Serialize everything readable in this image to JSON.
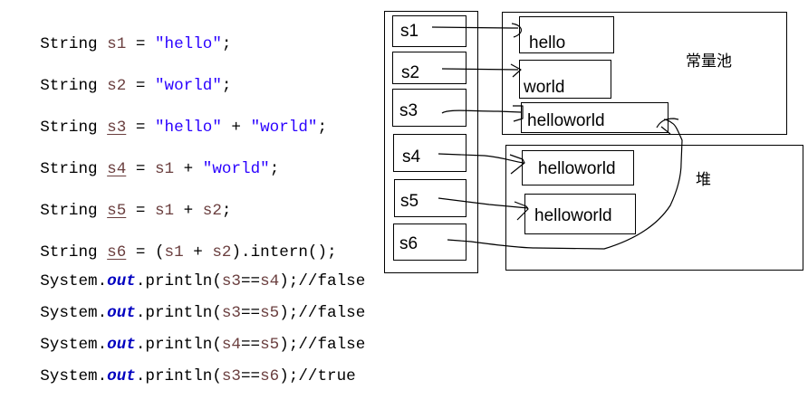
{
  "code": {
    "declarations": [
      {
        "type": "String",
        "var": "s1",
        "underlined": false,
        "expr": [
          {
            "kind": "str",
            "text": "\"hello\""
          }
        ]
      },
      {
        "type": "String",
        "var": "s2",
        "underlined": false,
        "expr": [
          {
            "kind": "str",
            "text": "\"world\""
          }
        ]
      },
      {
        "type": "String",
        "var": "s3",
        "underlined": true,
        "expr": [
          {
            "kind": "str",
            "text": "\"hello\""
          },
          {
            "kind": "op",
            "text": " + "
          },
          {
            "kind": "str",
            "text": "\"world\""
          }
        ]
      },
      {
        "type": "String",
        "var": "s4",
        "underlined": true,
        "expr": [
          {
            "kind": "var",
            "text": "s1"
          },
          {
            "kind": "op",
            "text": " + "
          },
          {
            "kind": "str",
            "text": "\"world\""
          }
        ]
      },
      {
        "type": "String",
        "var": "s5",
        "underlined": true,
        "expr": [
          {
            "kind": "var",
            "text": "s1"
          },
          {
            "kind": "op",
            "text": " + "
          },
          {
            "kind": "var",
            "text": "s2"
          }
        ]
      },
      {
        "type": "String",
        "var": "s6",
        "underlined": true,
        "expr": [
          {
            "kind": "op",
            "text": "("
          },
          {
            "kind": "var",
            "text": "s1"
          },
          {
            "kind": "op",
            "text": " + "
          },
          {
            "kind": "var",
            "text": "s2"
          },
          {
            "kind": "op",
            "text": ").intern()"
          }
        ]
      }
    ],
    "prints": [
      {
        "cls": "System",
        "field": "out",
        "method": "println",
        "left": "s3",
        "right": "s4",
        "comment": "//false"
      },
      {
        "cls": "System",
        "field": "out",
        "method": "println",
        "left": "s3",
        "right": "s5",
        "comment": "//false"
      },
      {
        "cls": "System",
        "field": "out",
        "method": "println",
        "left": "s4",
        "right": "s5",
        "comment": "//false"
      },
      {
        "cls": "System",
        "field": "out",
        "method": "println",
        "left": "s3",
        "right": "s6",
        "comment": "//true"
      }
    ]
  },
  "diagram": {
    "stack_vars": [
      "s1",
      "s2",
      "s3",
      "s4",
      "s5",
      "s6"
    ],
    "constant_pool": {
      "label": "常量池",
      "objects": [
        "hello",
        "world",
        "helloworld"
      ]
    },
    "heap": {
      "label": "堆",
      "objects": [
        "helloworld",
        "helloworld"
      ]
    },
    "references": [
      {
        "from": "s1",
        "to": "constant_pool.hello"
      },
      {
        "from": "s2",
        "to": "constant_pool.world"
      },
      {
        "from": "s3",
        "to": "constant_pool.helloworld"
      },
      {
        "from": "s4",
        "to": "heap.helloworld_1"
      },
      {
        "from": "s5",
        "to": "heap.helloworld_2"
      },
      {
        "from": "s6",
        "to": "constant_pool.helloworld"
      }
    ]
  }
}
